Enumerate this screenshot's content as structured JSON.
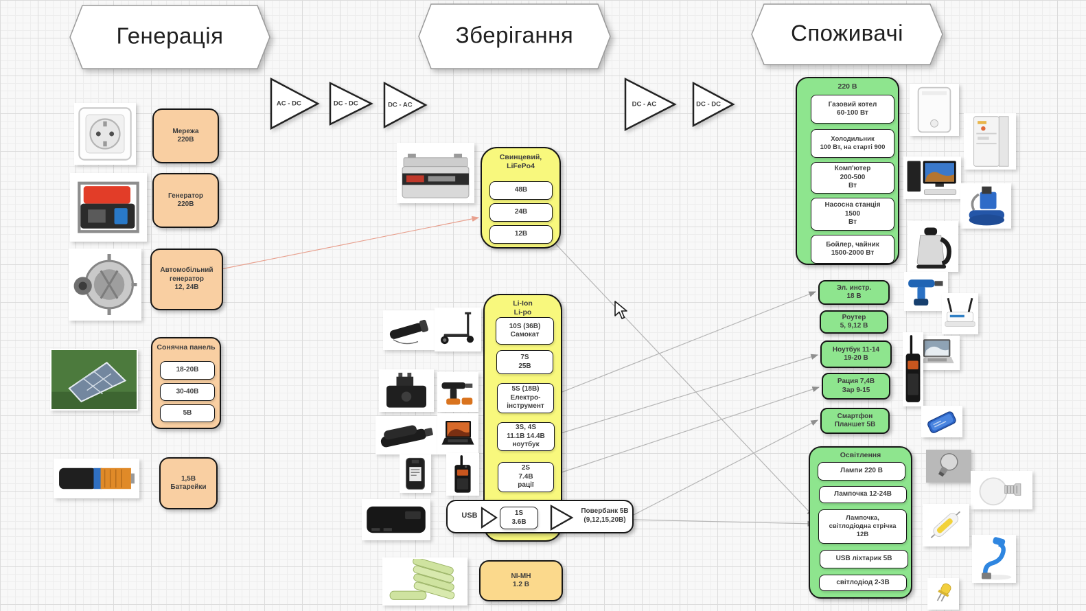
{
  "headers": {
    "generation": "Генерація",
    "storage": "Зберігання",
    "consumers": "Споживачі"
  },
  "converters": {
    "c1": "AC - DC",
    "c2": "DC - DC",
    "c3": "DC - AC",
    "c4": "DC - AC",
    "c5": "DC - DC"
  },
  "generation": {
    "grid": "Мережа\n220В",
    "generator": "Генератор\n220В",
    "car_generator": "Автомобільний\nгенератор\n12, 24В",
    "solar": {
      "title": "Сонячна панель",
      "v1": "18-20В",
      "v2": "30-40В",
      "v3": "5В"
    },
    "batteries": "1,5В\nБатарейки"
  },
  "storage": {
    "lead": {
      "title": "Свинцевий,\nLiFePo4",
      "v1": "48В",
      "v2": "24В",
      "v3": "12В"
    },
    "liion": {
      "title": "Li-Ion\nLi-po",
      "s1": "10S  (36В)\nСамокат",
      "s2": "7S\n25В",
      "s3": "5S  (18В)\nЕлектро-\nінструмент",
      "s4": "3S, 4S\n11.1В  14.4В\nноутбук",
      "s5": "2S\n7.4В\nрації"
    },
    "usb_row": {
      "usb": "USB",
      "cell": "1S\n3.6В",
      "powerbank": "Повербанк 5В\n(9,12,15,20В)"
    },
    "nimh": "NI-MH\n1.2 В"
  },
  "consumers": {
    "v220": {
      "title": "220 В",
      "c1": "Газовий котел\n60-100 Вт",
      "c2": "Холодильник\n100 Вт,  на старті 900",
      "c3": "Комп'ютер\n200-500\nВт",
      "c4": "Насосна станція\n1500\nВт",
      "c5": "Бойлер, чайник\n1500-2000 Вт"
    },
    "tools": "Эл. инстр.\n18 В",
    "router": "Роутер\n5, 9,12 В",
    "laptop": "Ноутбук  11-14\n19-20 В",
    "radio": "Рация 7,4В\nЗар 9-15",
    "smartphone": "Смартфон\nПланшет   5В",
    "lighting": {
      "title": "Освітлення",
      "l1": "Лампи 220 В",
      "l2": "Лампочка 12-24В",
      "l3": "Лампочка,\nсвітлодіодна стрічка\n12В",
      "l4": "USB ліхтарик 5В",
      "l5": "світлодіод   2-3В"
    }
  },
  "colors": {
    "generation_fill": "#f9cfa2",
    "storage_fill": "#f8f87d",
    "storage_nimh_fill": "#fbd98c",
    "consumers_fill": "#8ee58e",
    "connector_line": "#b5b5b5",
    "alert_line": "#e8a08e"
  }
}
